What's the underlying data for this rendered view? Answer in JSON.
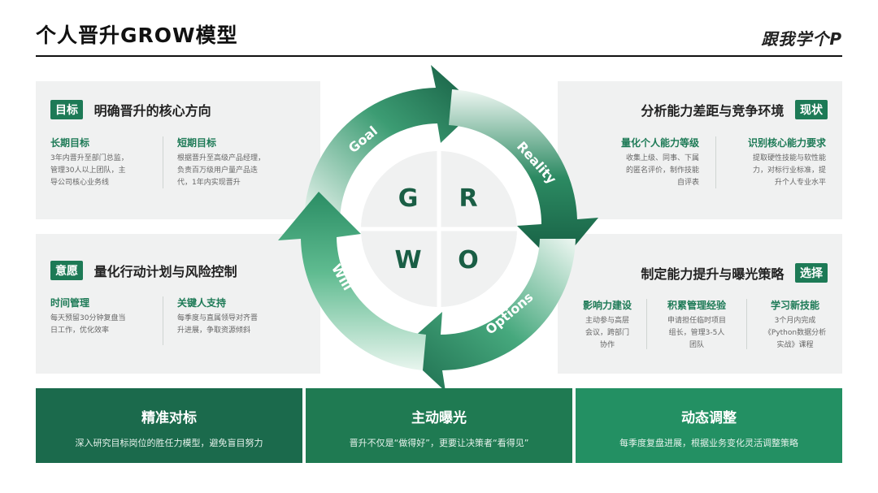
{
  "header": {
    "title": "个人晋升GROW模型",
    "brand": "跟我学个P"
  },
  "goal": {
    "tag": "目标",
    "title": "明确晋升的核心方向",
    "items": [
      {
        "title": "长期目标",
        "lines": [
          "3年内晋升至部门总监，",
          "管理30人以上团队，主",
          "导公司核心业务线"
        ]
      },
      {
        "title": "短期目标",
        "lines": [
          "根据晋升至高级产品经理，",
          "负责百万级用户量产品迭",
          "代，1年内实现晋升"
        ]
      }
    ]
  },
  "reality": {
    "tag": "现状",
    "title": "分析能力差距与竞争环境",
    "items": [
      {
        "title": "量化个人能力等级",
        "lines": [
          "收集上级、同事、下属",
          "的匿名评价，制作技能",
          "自评表"
        ]
      },
      {
        "title": "识别核心能力要求",
        "lines": [
          "提取硬性技能与软性能",
          "力，对标行业标准，提",
          "升个人专业水平"
        ]
      }
    ]
  },
  "will": {
    "tag": "意愿",
    "title": "量化行动计划与风险控制",
    "items": [
      {
        "title": "时间管理",
        "lines": [
          "每天预留30分钟复盘当",
          "日工作，优化效率"
        ]
      },
      {
        "title": "关键人支持",
        "lines": [
          "每季度与直属领导对齐晋",
          "升进展，争取资源倾斜"
        ]
      }
    ]
  },
  "options": {
    "tag": "选择",
    "title": "制定能力提升与曝光策略",
    "items": [
      {
        "title": "影响力建设",
        "lines": [
          "主动参与高层",
          "会议，跨部门",
          "协作"
        ]
      },
      {
        "title": "积累管理经验",
        "lines": [
          "申请担任临时项目",
          "组长，管理3-5人",
          "团队"
        ]
      },
      {
        "title": "学习新技能",
        "lines": [
          "3个月内完成",
          "《Python数据分析",
          "实战》课程"
        ]
      }
    ]
  },
  "cycle": {
    "letters": [
      "G",
      "R",
      "W",
      "O"
    ],
    "arrows": [
      "Goal",
      "Reality",
      "Options",
      "Will"
    ]
  },
  "bottom": [
    {
      "title": "精准对标",
      "sub": "深入研究目标岗位的胜任力模型，避免盲目努力"
    },
    {
      "title": "主动曝光",
      "sub": "晋升不仅是“做得好”，更要让决策者“看得见”"
    },
    {
      "title": "动态调整",
      "sub": "每季度复盘进展，根据业务变化灵活调整策略"
    }
  ],
  "colors": {
    "dark": "#1a5e45",
    "mid": "#2b8a64",
    "accent": "#1d7a56",
    "light": "#9fd9bd",
    "bottom1": "#1b6a4c",
    "bottom2": "#1f7a52",
    "bottom3": "#239063"
  }
}
